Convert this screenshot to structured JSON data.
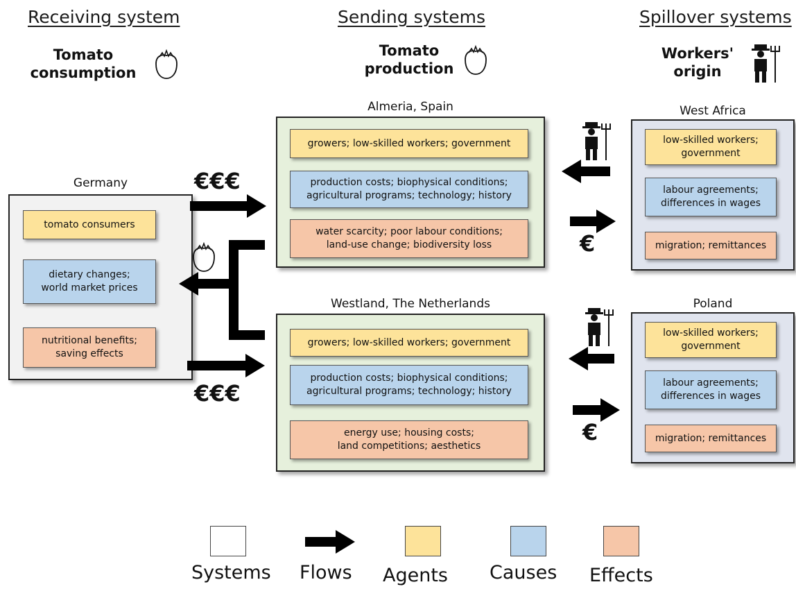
{
  "headings": {
    "receiving": "Receiving system",
    "sending": "Sending systems",
    "spillover": "Spillover systems"
  },
  "titles": {
    "receiving": "Tomato\nconsumption",
    "sending": "Tomato\nproduction",
    "spillover": "Workers'\norigin"
  },
  "germany": {
    "name": "Germany",
    "agents": "tomato consumers",
    "causes": "dietary changes;\nworld market prices",
    "effects": "nutritional benefits;\nsaving effects"
  },
  "almeria": {
    "name": "Almeria, Spain",
    "agents": "growers; low-skilled workers; government",
    "causes": "production costs; biophysical conditions;\nagricultural programs; technology; history",
    "effects": "water scarcity; poor labour conditions;\nland-use change; biodiversity loss"
  },
  "westland": {
    "name": "Westland, The Netherlands",
    "agents": "growers; low-skilled workers; government",
    "causes": "production costs; biophysical conditions;\nagricultural programs; technology; history",
    "effects": "energy use; housing costs;\nland competitions; aesthetics"
  },
  "west_africa": {
    "name": "West Africa",
    "agents": "low-skilled workers;\ngovernment",
    "causes": "labour agreements;\ndifferences in wages",
    "effects": "migration; remittances"
  },
  "poland": {
    "name": "Poland",
    "agents": "low-skilled workers;\ngovernment",
    "causes": "labour agreements;\ndifferences in wages",
    "effects": "migration; remittances"
  },
  "flows": {
    "money_top": "€€€",
    "money_bottom": "€€€",
    "remit_top": "€",
    "remit_bottom": "€"
  },
  "legend": {
    "systems": "Systems",
    "flows": "Flows",
    "agents": "Agents",
    "causes": "Causes",
    "effects": "Effects"
  },
  "colors": {
    "agents": "#fde39a",
    "causes": "#b9d4ec",
    "effects": "#f6c6a8",
    "sending_bg": "#e6f0dc",
    "spillover_bg": "#e0e4ee",
    "receiving_bg": "#f2f2f2"
  },
  "icons": [
    "tomato-icon",
    "farmer-icon",
    "arrow-icon"
  ]
}
